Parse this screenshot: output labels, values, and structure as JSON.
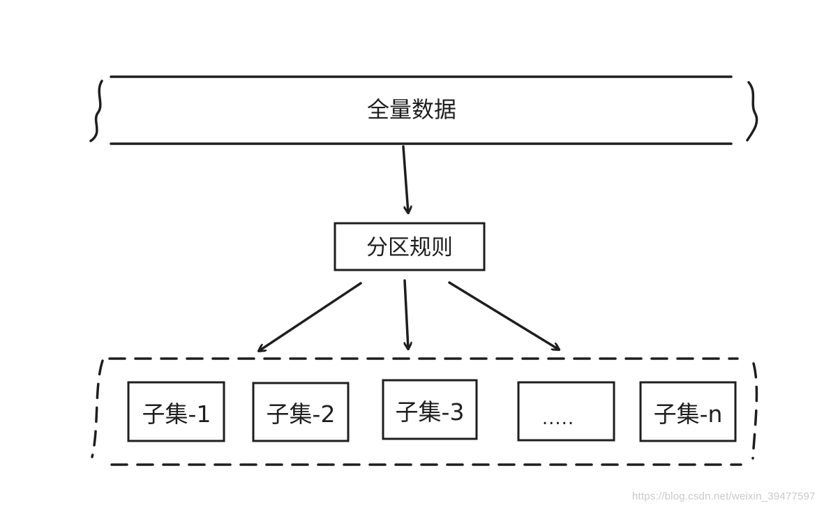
{
  "diagram": {
    "source_label": "全量数据",
    "rule_label": "分区规则",
    "subsets": [
      "子集-1",
      "子集-2",
      "子集-3",
      ".....",
      "子集-n"
    ]
  },
  "watermark": "https://blog.csdn.net/weixin_39477597",
  "colors": {
    "ink": "#1e1e1e",
    "background": "#ffffff",
    "watermark": "#c9c9c9"
  }
}
